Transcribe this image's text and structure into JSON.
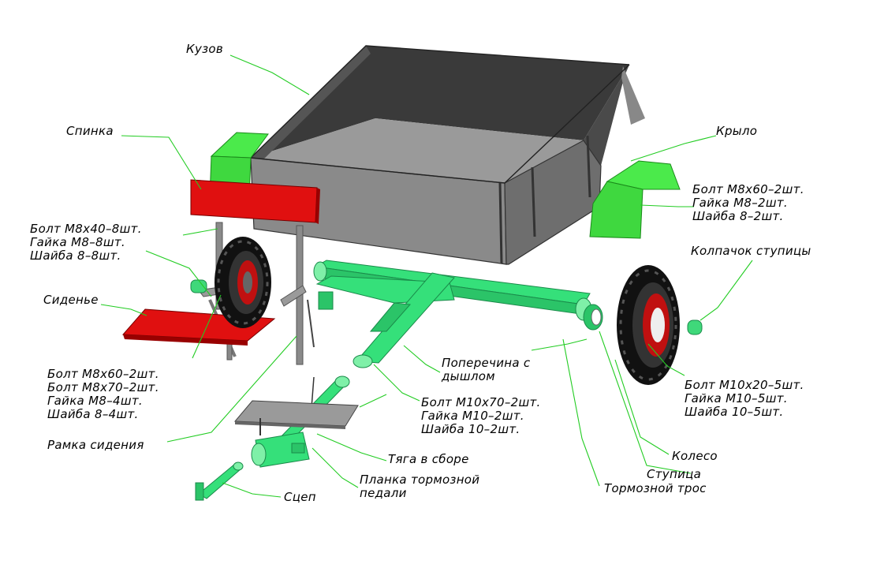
{
  "labels": {
    "kuzov": [
      "Кузов"
    ],
    "spinka": [
      "Спинка"
    ],
    "krylo": [
      "Крыло"
    ],
    "bolt_m8x60_2_right": [
      "Болт М8х60–2шт.",
      "Гайка М8–2шт.",
      "Шайба 8–2шт."
    ],
    "bolt_m8x40": [
      "Болт М8х40–8шт.",
      "Гайка М8–8шт.",
      "Шайба 8–8шт."
    ],
    "kolpachok": [
      "Колпачок ступицы"
    ],
    "sidenye": [
      "Сиденье"
    ],
    "poperechina": [
      "Поперечина с",
      "дышлом"
    ],
    "bolt_m10x20": [
      "Болт М10х20–5шт.",
      "Гайка М10–5шт.",
      "Шайба 10–5шт."
    ],
    "bolt_m8x60_group": [
      "Болт М8х60–2шт.",
      "Болт М8х70–2шт.",
      "Гайка М8–4шт.",
      "Шайба 8–4шт."
    ],
    "bolt_m10x70": [
      "Болт М10х70–2шт.",
      "Гайка М10–2шт.",
      "Шайба 10–2шт."
    ],
    "ramka": [
      "Рамка сидения"
    ],
    "koleso": [
      "Колесо"
    ],
    "tyaga": [
      "Тяга в сборе"
    ],
    "stupitsa": [
      "Ступица"
    ],
    "planka": [
      "Планка тормозной",
      "педали"
    ],
    "tormoznoy_tros": [
      "Тормозной трос"
    ],
    "stsep": [
      "Сцеп"
    ]
  },
  "colors": {
    "body_gray": "#808080",
    "body_dark": "#3a3a3a",
    "frame_green": "#35e07a",
    "fender_green": "#4bea4b",
    "seat_red": "#e01010",
    "tire_black": "#111111",
    "leader_green": "#22cc22"
  }
}
